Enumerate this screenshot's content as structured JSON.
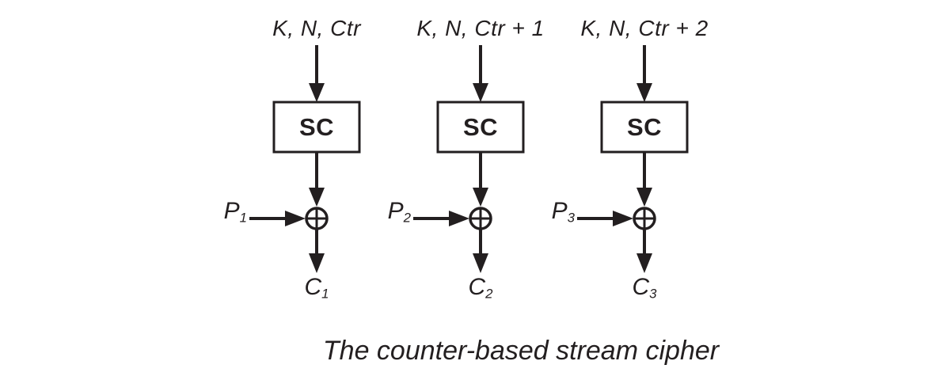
{
  "diagram": {
    "caption": "The counter-based stream cipher",
    "colors": {
      "ink": "#231f20",
      "background": "#ffffff"
    },
    "icons": {
      "xor": "circled-plus",
      "arrow": "solid-triangle-arrow"
    },
    "columns": [
      {
        "input_label": "K, N, Ctr",
        "box_label": "SC",
        "plaintext_main": "P",
        "plaintext_sub": "1",
        "ciphertext_main": "C",
        "ciphertext_sub": "1"
      },
      {
        "input_label": "K, N, Ctr + 1",
        "box_label": "SC",
        "plaintext_main": "P",
        "plaintext_sub": "2",
        "ciphertext_main": "C",
        "ciphertext_sub": "2"
      },
      {
        "input_label": "K, N, Ctr + 2",
        "box_label": "SC",
        "plaintext_main": "P",
        "plaintext_sub": "3",
        "ciphertext_main": "C",
        "ciphertext_sub": "3"
      }
    ]
  }
}
